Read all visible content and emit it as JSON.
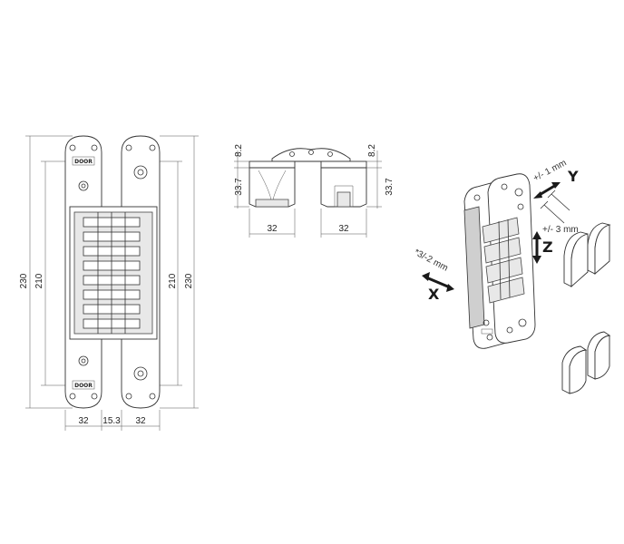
{
  "front_view": {
    "dims": {
      "height_outer_left": "230",
      "height_inner_left": "210",
      "height_inner_right": "210",
      "height_outer_right": "230",
      "width_left": "32",
      "gap": "15.3",
      "width_right": "32"
    },
    "brand_top": "DOOR",
    "brand_bottom": "DOOR"
  },
  "top_view": {
    "dims": {
      "flange_left": "8.2",
      "flange_right": "8.2",
      "depth_left": "33.7",
      "depth_right": "33.7",
      "width_left": "32",
      "width_right": "32"
    }
  },
  "adjustment": {
    "x_label": "X",
    "x_tolerance": "*3/-2 mm",
    "y_label": "Y",
    "y_tolerance": "+/- 1 mm",
    "z_label": "Z",
    "z_tolerance": "+/- 3 mm"
  },
  "colors": {
    "line": "#333333",
    "fill": "#ffffff",
    "shade": "#e8e8e8"
  }
}
